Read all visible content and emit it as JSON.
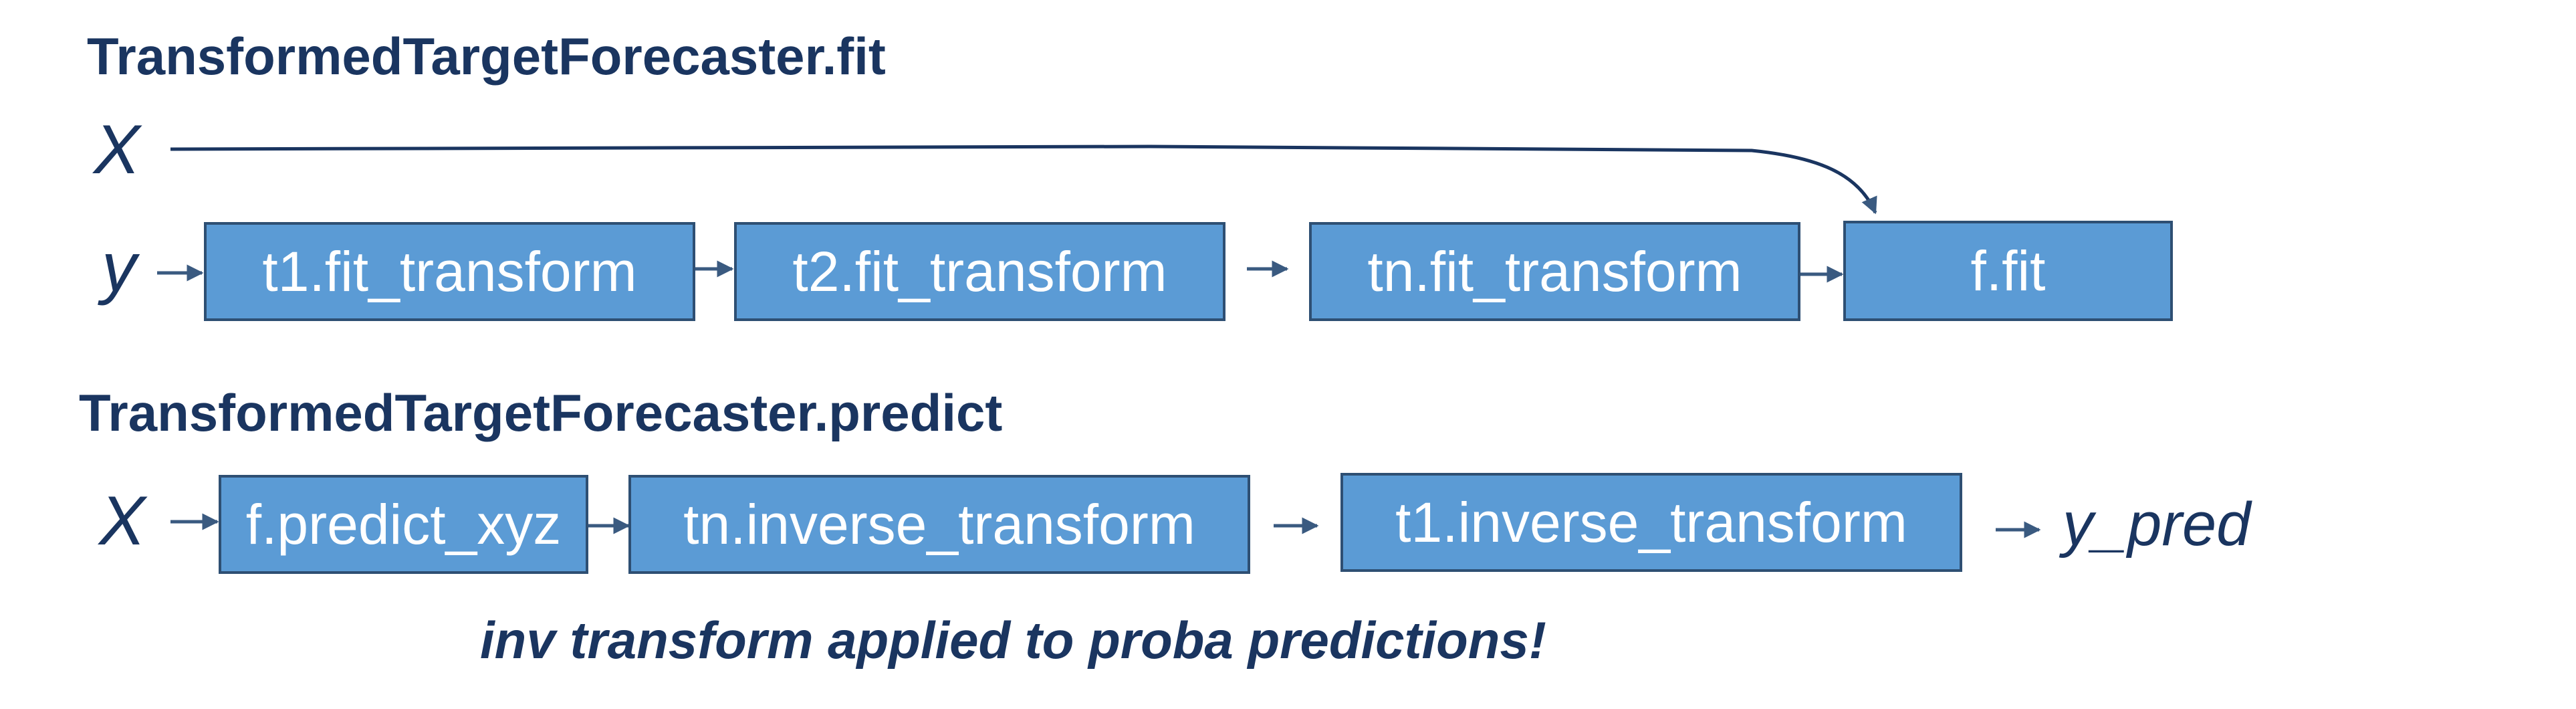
{
  "colors": {
    "title": "#1a3560",
    "box_fill": "#5b9bd5",
    "box_border": "#2e4f73",
    "arrow": "#3a5a80",
    "box_text": "#ffffff"
  },
  "fit": {
    "title": "TransformedTargetForecaster.fit",
    "x_label": "X",
    "y_label": "y",
    "steps": [
      "t1.fit_transform",
      "t2.fit_transform",
      "tn.fit_transform",
      "f.fit"
    ]
  },
  "predict": {
    "title": "TransformedTargetForecaster.predict",
    "x_label": "X",
    "steps": [
      "f.predict_xyz",
      "tn.inverse_transform",
      "t1.inverse_transform"
    ],
    "output_label": "y_pred"
  },
  "note": "inv transform applied to proba predictions!"
}
